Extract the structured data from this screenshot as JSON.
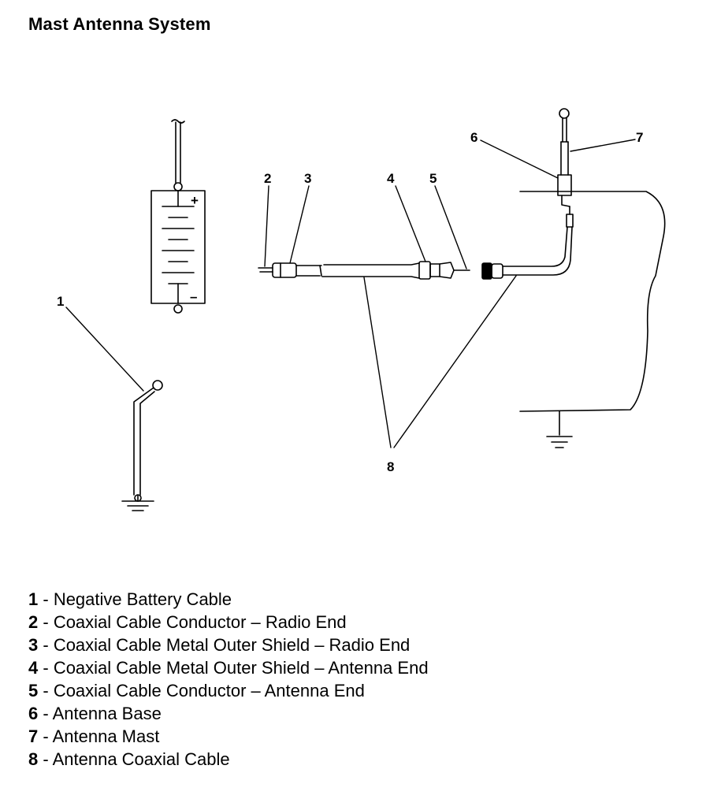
{
  "title": "Mast Antenna System",
  "callouts": [
    "1",
    "2",
    "3",
    "4",
    "5",
    "6",
    "7",
    "8"
  ],
  "legend": [
    {
      "num": "1",
      "sep": " - ",
      "text": "Negative Battery Cable"
    },
    {
      "num": "2",
      "sep": " - ",
      "text": "Coaxial Cable Conductor – Radio End"
    },
    {
      "num": "3",
      "sep": " - ",
      "text": "Coaxial Cable Metal Outer Shield – Radio End"
    },
    {
      "num": "4",
      "sep": " - ",
      "text": "Coaxial Cable Metal Outer Shield – Antenna End"
    },
    {
      "num": "5",
      "sep": " - ",
      "text": "Coaxial Cable Conductor – Antenna End"
    },
    {
      "num": "6",
      "sep": " - ",
      "text": "Antenna Base"
    },
    {
      "num": "7",
      "sep": " - ",
      "text": "Antenna Mast"
    },
    {
      "num": "8",
      "sep": " - ",
      "text": "Antenna Coaxial Cable"
    }
  ],
  "battery": {
    "plus": "+",
    "minus": "–"
  }
}
